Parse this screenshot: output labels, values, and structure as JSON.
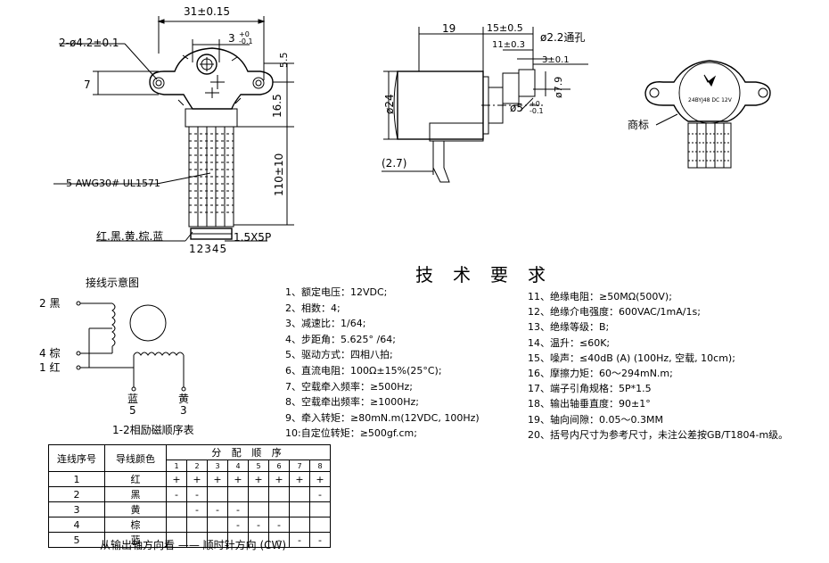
{
  "front_view": {
    "dim_width": "31±0.15",
    "dim_shaft": "3",
    "dim_shaft_tol_up": "+0",
    "dim_shaft_tol_down": "-0.1",
    "dim_holes": "2-ø4.2±0.1",
    "dim_7": "7",
    "dim_55": "5.5",
    "dim_165": "16.5",
    "dim_110": "110±10",
    "wire_spec": "5-AWG30# UL1571",
    "wire_colors": "红.黑.黄.棕.蓝",
    "pin_numbers": "12345",
    "connector": "1.5X5P"
  },
  "side_view": {
    "dim_19": "19",
    "dim_15": "15±0.5",
    "dim_11": "11±0.3",
    "dim_hole": "ø2.2通孔",
    "dim_3": "3±0.1",
    "dim_24": "ø24",
    "dim_7_9": "ø7.9",
    "dim_5": "ø5",
    "dim_5_tol_up": "+0",
    "dim_5_tol_down": "-0.1",
    "dim_27": "(2.7)"
  },
  "label_view": {
    "trademark": "商标",
    "label_text": "24BYJ48  DC 12V"
  },
  "wiring": {
    "title": "接线示意图",
    "wires": [
      "2 黑",
      "4 棕",
      "1 红",
      "蓝",
      "5",
      "黄",
      "3"
    ]
  },
  "tech": {
    "title": "技术要求",
    "left": [
      "1、额定电压：12VDC;",
      "2、相数：4;",
      "3、减速比：1/64;",
      "4、步距角：5.625° /64;",
      "5、驱动方式：四相八拍;",
      "6、直流电阻：100Ω±15%(25°C);",
      "7、空载牵入频率：≥500Hz;",
      "8、空载牵出频率：≥1000Hz;",
      "9、牵入转矩：≥80mN.m(12VDC, 100Hz)",
      "10:自定位转矩：≥500gf.cm;"
    ],
    "right": [
      "11、绝缘电阻：≥50MΩ(500V);",
      "12、绝缘介电强度：600VAC/1mA/1s;",
      "13、绝缘等级：B;",
      "14、温升：≤60K;",
      "15、噪声：≤40dB (A) (100Hz, 空载, 10cm);",
      "16、摩擦力矩：60～294mN.m;",
      "17、端子引角规格：5P*1.5",
      "18、输出轴垂直度：90±1°",
      "19、轴向间隙：0.05～0.3MM",
      "20、括号内尺寸为参考尺寸，未注公差按GB/T1804-m级。"
    ]
  },
  "sequence_table": {
    "caption": "1-2相励磁顺序表",
    "col_seq": "连线序号",
    "col_color": "导线颜色",
    "col_dist": "分 配 顺 序",
    "steps": [
      "1",
      "2",
      "3",
      "4",
      "5",
      "6",
      "7",
      "8"
    ],
    "rows": [
      {
        "no": "1",
        "color": "红",
        "cells": [
          "+",
          "+",
          "+",
          "+",
          "+",
          "+",
          "+",
          "+"
        ]
      },
      {
        "no": "2",
        "color": "黑",
        "cells": [
          "-",
          "-",
          "",
          "",
          "",
          "",
          "",
          "-"
        ]
      },
      {
        "no": "3",
        "color": "黄",
        "cells": [
          "",
          "-",
          "-",
          "-",
          "",
          "",
          "",
          ""
        ]
      },
      {
        "no": "4",
        "color": "棕",
        "cells": [
          "",
          "",
          "",
          "-",
          "-",
          "-",
          "",
          ""
        ]
      },
      {
        "no": "5",
        "color": "蓝",
        "cells": [
          "",
          "",
          "",
          "",
          "",
          "-",
          "-",
          "-"
        ]
      }
    ],
    "footnote": "从输出轴方向看 —— 顺时针方向 (CW)"
  }
}
